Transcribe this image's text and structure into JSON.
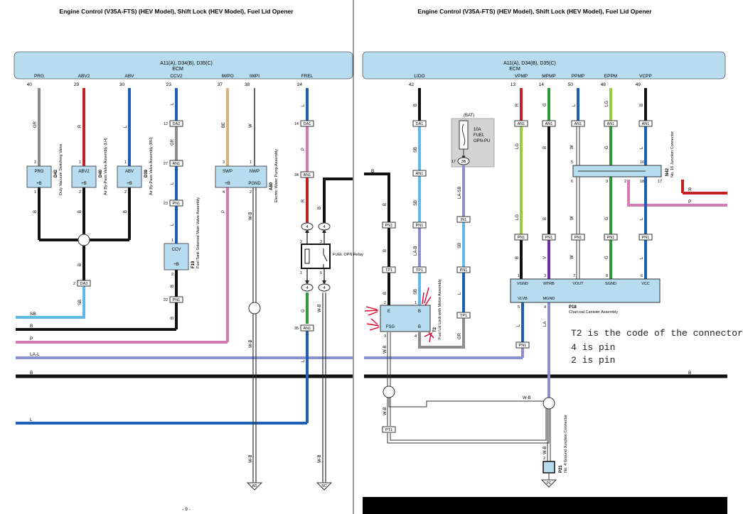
{
  "left_page": {
    "title": "Engine Control (V35A-FTS) (HEV Model), Shift Lock (HEV Model), Fuel Lid Opener",
    "ecm_header": "A11(A), D34(B), D35(C)",
    "ecm_label": "ECM",
    "page_number": "- 9 -",
    "pins": [
      {
        "name": "PRG",
        "no": "40",
        "conn": "B",
        "wire": "GR"
      },
      {
        "name": "ABV2",
        "no": "29",
        "conn": "B",
        "wire": "R"
      },
      {
        "name": "ABV",
        "no": "30",
        "conn": "B",
        "wire": "L"
      },
      {
        "name": "CCV2",
        "no": "23",
        "conn": "B",
        "wire": "L"
      },
      {
        "name": "IWPO",
        "no": "37",
        "conn": "A",
        "wire": "BE"
      },
      {
        "name": "IWPI",
        "no": "38",
        "conn": "A",
        "wire": "W"
      },
      {
        "name": "FREL",
        "no": "24",
        "conn": "B",
        "wire": "L"
      }
    ],
    "components": {
      "d42": {
        "id": "D42",
        "name": "Duty Vacuum Switching Valve",
        "t1": "PRG",
        "t2": "+B",
        "p1": "2",
        "p2": "1"
      },
      "d40": {
        "id": "D40",
        "name": "Air By-Pass Valve Assembly (LH)",
        "t1": "ABV2",
        "t2": "+B",
        "p1": "1",
        "p2": "2"
      },
      "d39": {
        "id": "D39",
        "name": "Air By-Pass Valve Assembly (RH)",
        "t1": "ABV",
        "t2": "+B",
        "p1": "1",
        "p2": "2"
      },
      "f19": {
        "id": "F19",
        "name": "Fuel Tank Solenoid Main Valve Assembly",
        "t1": "CCV",
        "t2": "+B",
        "p1": "1",
        "p2": "2"
      },
      "a80": {
        "id": "A80",
        "name": "Electric Water Pump Assembly",
        "t1": "SWP",
        "t2": "NWP",
        "t3": "+B",
        "t4": "PGND",
        "p1": "3",
        "p2": "1",
        "p3": "4",
        "p4": "2"
      },
      "relay": {
        "name": "FUEL OPN Relay",
        "p1": "2",
        "p2": "3",
        "p3": "1",
        "p4": "5"
      }
    },
    "connectors": [
      "DA2",
      "AN1",
      "PN1",
      "PN1",
      "DA3",
      "DA1",
      "AN1",
      "AN1"
    ],
    "connector_pins": [
      "12",
      "27",
      "23",
      "22",
      "2",
      "14",
      "34",
      "35"
    ],
    "bus_labels": {
      "sb": "SB",
      "b1": "B",
      "p": "P",
      "la_l": "LA-L",
      "b2": "B",
      "l": "L"
    },
    "wire_labels": {
      "b": "B",
      "p": "P",
      "wb": "W-B",
      "r": "R",
      "g": "G",
      "gr": "GR",
      "l": "L",
      "sb": "SB"
    },
    "grounds": [
      "AD",
      "NC"
    ],
    "relay_conn": "4"
  },
  "right_page": {
    "title": "Engine Control (V35A-FTS) (HEV Model), Shift Lock (HEV Model), Fuel Lid Opener",
    "ecm_header": "A11(A), D34(B), D35(C)",
    "ecm_label": "ECM",
    "pins": [
      {
        "name": "LIDO",
        "no": "42",
        "conn": "B",
        "wire": "B"
      },
      {
        "name": "VPMP",
        "no": "13",
        "conn": "A",
        "wire": "R"
      },
      {
        "name": "MPMP",
        "no": "14",
        "conn": "A",
        "wire": "G"
      },
      {
        "name": "PPMP",
        "no": "50",
        "conn": "A",
        "wire": "L"
      },
      {
        "name": "EPPM",
        "no": "48",
        "conn": "A",
        "wire": "LG"
      },
      {
        "name": "VCPP",
        "no": "49",
        "conn": "A",
        "wire": "B"
      }
    ],
    "fuse": {
      "label": "(BAT)",
      "rating": "10A",
      "name1": "FUEL",
      "name2": "OPN-PU",
      "pin": "17",
      "code": "3B"
    },
    "t2": {
      "id": "T2",
      "name": "Fuel Lid Lock with Motor Assembly",
      "t1": "E",
      "t2": "B",
      "t3": "FSG",
      "t4": "B",
      "p1": "2",
      "p2": "1",
      "p3": "3",
      "p4": "4"
    },
    "p18": {
      "id": "P18",
      "name": "Charcoal Canister Assembly",
      "pins": [
        "VGND",
        "MTRB",
        "VOUT",
        "SGND",
        "VCC",
        "VLVB",
        "MGND"
      ],
      "nums": [
        "1",
        "3",
        "7",
        "8",
        "6",
        "5",
        "4"
      ]
    },
    "n42": {
      "id": "N42",
      "name": "No. 16 Junction Connector",
      "pins": [
        "5",
        "16",
        "6",
        "3",
        "2",
        "18",
        "17"
      ]
    },
    "p21": {
      "id": "P21",
      "name": "No. 4 Ground Junction Connector",
      "pin": "2"
    },
    "ground": "PC",
    "connectors": [
      "DA1",
      "AN1",
      "PN1",
      "TP1",
      "TP1",
      "PN1",
      "IN1",
      "PN1",
      "TP1",
      "PT1",
      "AN1",
      "AN1",
      "AN1",
      "AN1",
      "AN1",
      "PN1",
      "PN1",
      "PN1",
      "PN1",
      "PN1"
    ],
    "wire_labels": {
      "b": "B",
      "r": "R",
      "p": "P",
      "lg": "LG",
      "g": "G",
      "l": "L",
      "w": "W",
      "v": "V",
      "la": "LA",
      "wb": "W-B",
      "la_sb": "LA-SB",
      "sb": "SB",
      "gr": "GR",
      "la_b": "LA-B"
    }
  },
  "annotation": {
    "line1": "T2 is the code of the connector",
    "line2": "4 is pin",
    "line3": "2 is pin"
  }
}
